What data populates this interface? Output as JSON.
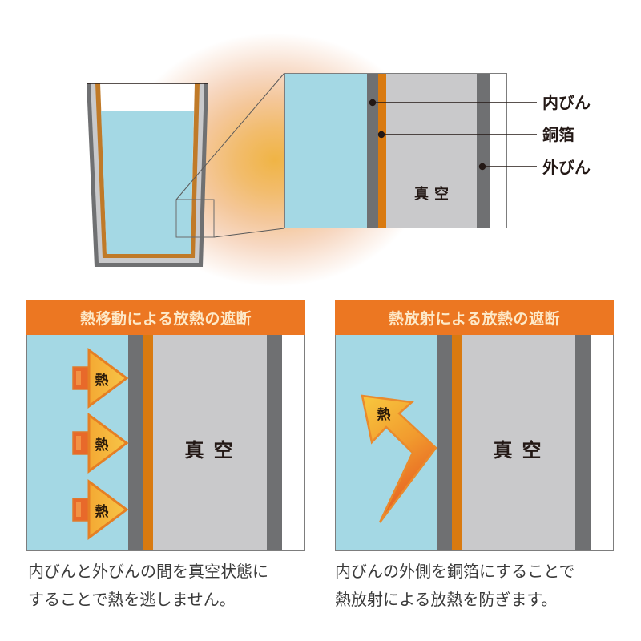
{
  "colors": {
    "water_blue": "#a4d8e4",
    "bottle_gray": "#6f7072",
    "copper_orange": "#d97a10",
    "vacuum_gray": "#c9c9cb",
    "header_orange": "#ec7722",
    "header_text": "#fde9c8",
    "heat_glow": "#f0b445"
  },
  "top_illustration": {
    "vacuum_label": "真空",
    "callouts": [
      {
        "label": "内びん"
      },
      {
        "label": "銅箔"
      },
      {
        "label": "外びん"
      }
    ]
  },
  "panels": [
    {
      "title": "熱移動による放熱の遮断",
      "vacuum_label": "真空",
      "heat_labels": [
        "熱",
        "熱",
        "熱"
      ],
      "caption_lines": [
        "内びんと外びんの間を真空状態に",
        "することで熱を逃しません。"
      ]
    },
    {
      "title": "熱放射による放熱の遮断",
      "vacuum_label": "真空",
      "heat_labels": [
        "熱"
      ],
      "caption_lines": [
        "内びんの外側を銅箔にすることで",
        "熱放射による放熱を防ぎます。"
      ]
    }
  ]
}
